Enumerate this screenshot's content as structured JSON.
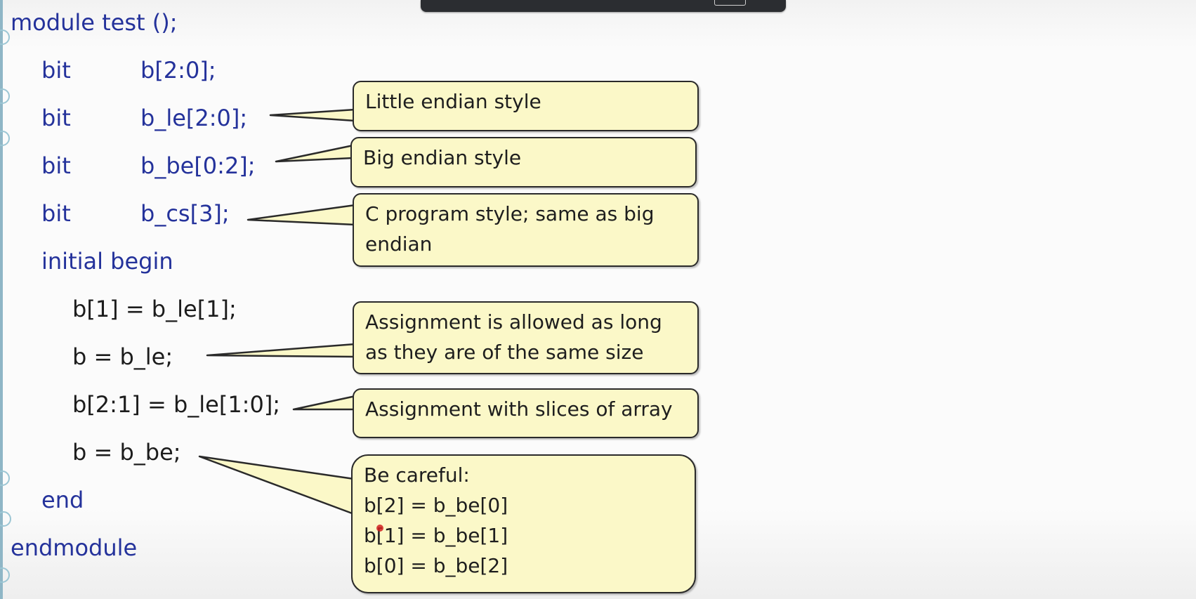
{
  "code": {
    "line1": "module test ();",
    "decl_b_kw": "bit",
    "decl_b": "b[2:0];",
    "decl_ble_kw": "bit",
    "decl_ble": "b_le[2:0];",
    "decl_bbe_kw": "bit",
    "decl_bbe": "b_be[0:2];",
    "decl_bcs_kw": "bit",
    "decl_bcs": "b_cs[3];",
    "initial_begin": "initial begin",
    "stmt1": "b[1] = b_le[1];",
    "stmt2": "b = b_le;",
    "stmt3": "b[2:1] = b_le[1:0];",
    "stmt4": "b = b_be;",
    "end": "end",
    "endmodule": "endmodule"
  },
  "callouts": {
    "little_endian": "Little endian style",
    "big_endian": "Big endian style",
    "c_style_1": "C program style; same as big",
    "c_style_2": "endian",
    "assign_1": "Assignment is allowed as long",
    "assign_2": "as they are of the same size",
    "slices": "Assignment with slices of array",
    "careful_title": "Be careful:",
    "careful_1": "b[2] = b_be[0]",
    "careful_2": "b[1] = b_be[1]",
    "careful_3": "b[0] = b_be[2]"
  },
  "colors": {
    "keyword": "#24329b",
    "text": "#1c1c1c",
    "callout_fill": "#fbf8c8"
  }
}
